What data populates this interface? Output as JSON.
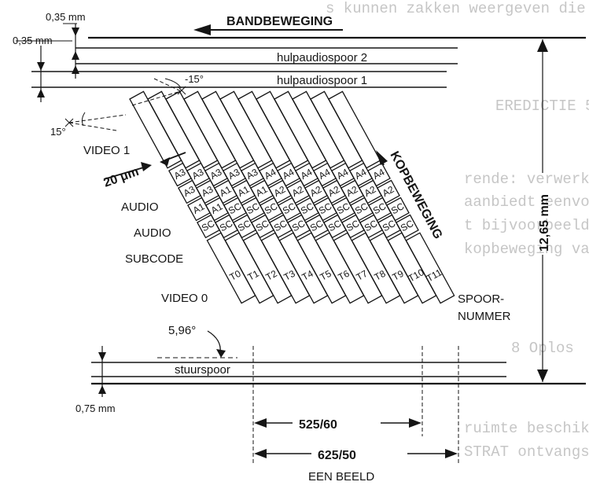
{
  "labels": {
    "tape_motion": "BANDBEWEGING",
    "head_motion": "KOPBEWEGING",
    "aux_audio_2": "hulpaudiospoor 2",
    "aux_audio_1": "hulpaudiospoor 1",
    "control_track": "stuurspoor",
    "video_1": "VIDEO 1",
    "video_0": "VIDEO 0",
    "audio_a": "AUDIO",
    "audio_b": "AUDIO",
    "subcode": "SUBCODE",
    "track_number_1": "SPOOR-",
    "track_number_2": "NUMMER",
    "one_frame": "EEN BEELD",
    "frame_525": "525/60",
    "frame_625": "625/50"
  },
  "dimensions": {
    "top_gap_1": "0,35 mm",
    "top_gap_2": "0,35 mm",
    "bottom_gap": "0,75 mm",
    "tape_width": "12,65 mm",
    "guard": "20 μm",
    "angle_neg": "-15°",
    "angle_pos": "15°",
    "track_angle": "5,96°"
  },
  "tracks": [
    {
      "id": "T0",
      "top": "A3",
      "mid": "A3",
      "low": "A1",
      "sub": "SC"
    },
    {
      "id": "T1",
      "top": "A3",
      "mid": "A3",
      "low": "A1",
      "sub": "SC"
    },
    {
      "id": "T2",
      "top": "A3",
      "mid": "A1",
      "low": "SC",
      "sub": "SC"
    },
    {
      "id": "T3",
      "top": "A3",
      "mid": "A1",
      "low": "SC",
      "sub": "SC"
    },
    {
      "id": "T4",
      "top": "A3",
      "mid": "A1",
      "low": "SC",
      "sub": "SC"
    },
    {
      "id": "T5",
      "top": "A4",
      "mid": "A2",
      "low": "SC",
      "sub": "SC"
    },
    {
      "id": "T6",
      "top": "A4",
      "mid": "A2",
      "low": "SC",
      "sub": "SC"
    },
    {
      "id": "T7",
      "top": "A4",
      "mid": "A2",
      "low": "SC",
      "sub": "SC"
    },
    {
      "id": "T8",
      "top": "A4",
      "mid": "A2",
      "low": "SC",
      "sub": "SC"
    },
    {
      "id": "T9",
      "top": "A4",
      "mid": "A2",
      "low": "SC",
      "sub": "SC"
    },
    {
      "id": "T10",
      "top": "A4",
      "mid": "A2",
      "low": "SC",
      "sub": "SC"
    },
    {
      "id": "T11",
      "top": "A4",
      "mid": "A2",
      "low": "SC",
      "sub": "SC"
    }
  ],
  "background_text": [
    "s kunnen zakken weergeven die volgens",
    "EREDICTIE 5",
    "rende: verwerking Ze wordt dan",
    "aanbiedt eenvoudig meer werking",
    "t bijvoorbeeld opgeslagen worden",
    "kopbeweging van te verwerken sign",
    "8 Oplos",
    "ruimte beschikbaar, bitrate is",
    "STRAT ontvangst, te deel van"
  ]
}
